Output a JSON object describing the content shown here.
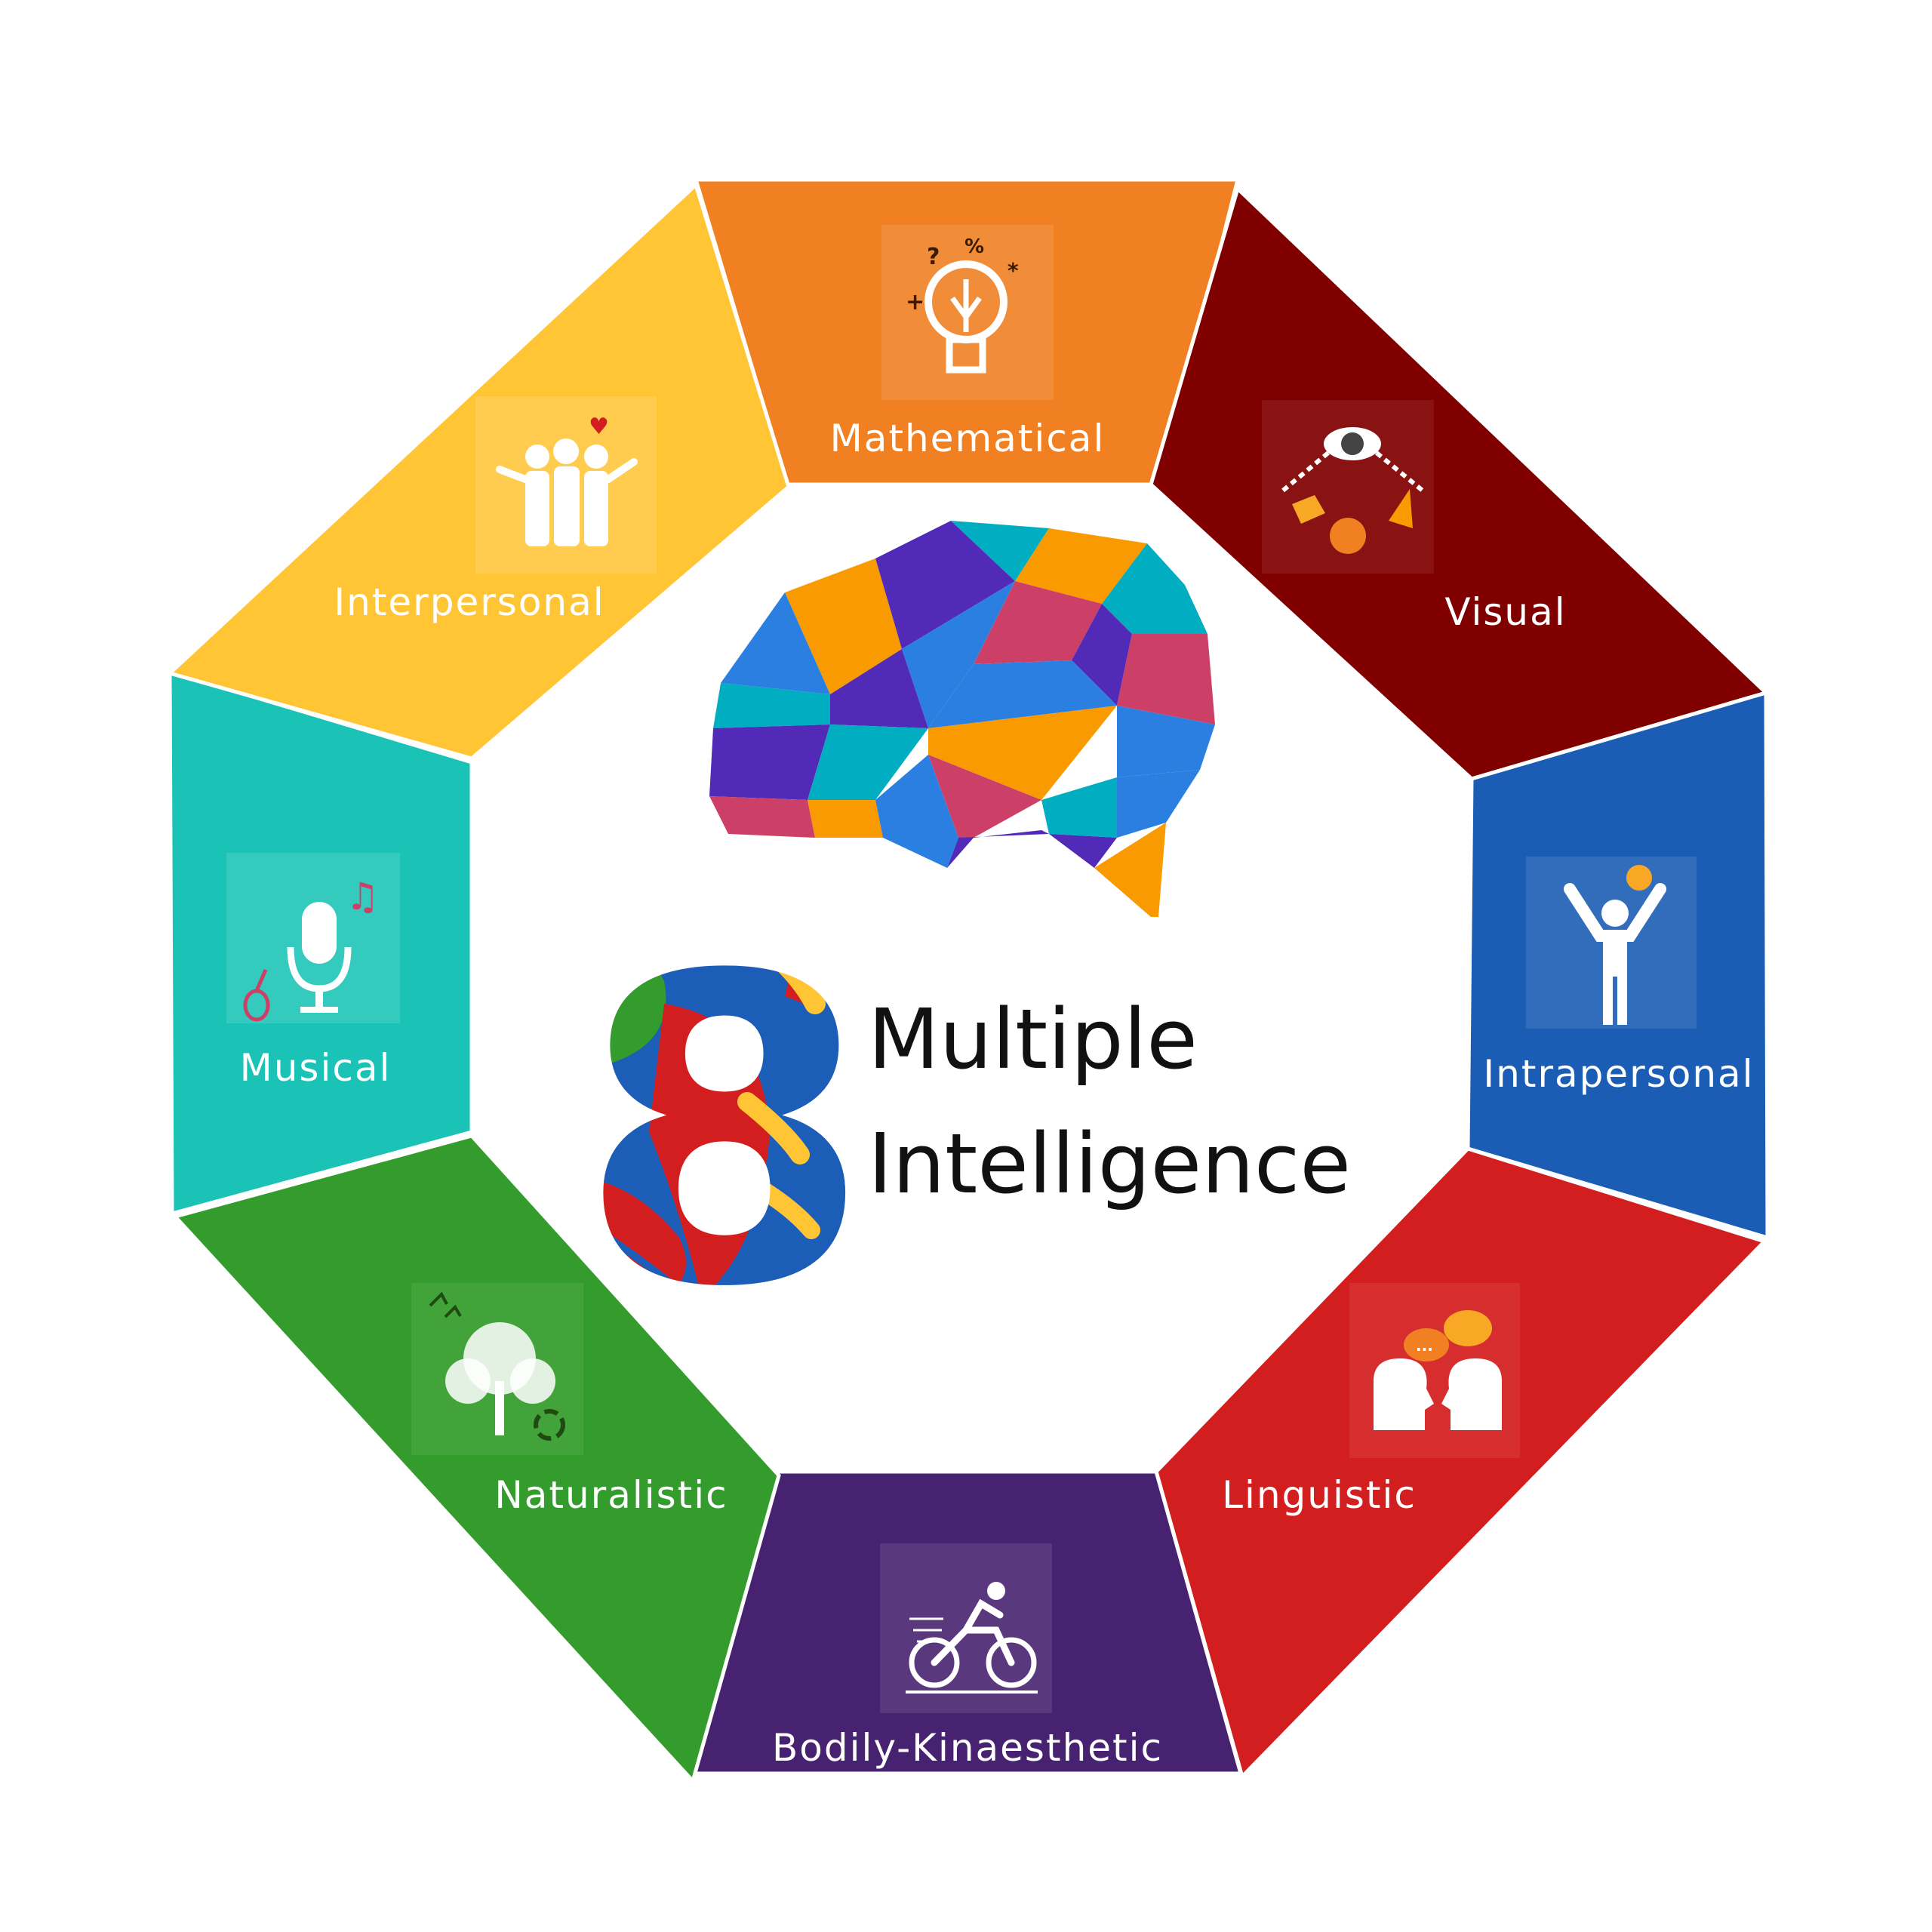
{
  "center": {
    "number": "8",
    "title_line1": "Multiple",
    "title_line2": "Intelligence"
  },
  "segments": [
    {
      "label": "Mathematical",
      "color": "#F08022",
      "icon": "lightbulb-head-icon"
    },
    {
      "label": "Visual",
      "color": "#800000",
      "icon": "eye-shapes-icon"
    },
    {
      "label": "Intrapersonal",
      "color": "#1B5DB5",
      "icon": "person-arms-raised-icon"
    },
    {
      "label": "Linguistic",
      "color": "#D31E20",
      "icon": "two-heads-speech-icon"
    },
    {
      "label": "Bodily-Kinaesthetic",
      "color": "#472270",
      "icon": "cyclist-icon"
    },
    {
      "label": "Naturalistic",
      "color": "#339C2C",
      "icon": "tree-recycle-icon"
    },
    {
      "label": "Musical",
      "color": "#1AC3B6",
      "icon": "microphone-music-icon"
    },
    {
      "label": "Interpersonal",
      "color": "#FFC535",
      "icon": "group-people-icon"
    }
  ],
  "brain_colors": [
    "#F99A00",
    "#2B7FE0",
    "#512BB8",
    "#CC4068",
    "#00ADC1"
  ],
  "eight_colors": [
    "#1C5EB7",
    "#D31E20",
    "#339C2C",
    "#FFC535"
  ]
}
